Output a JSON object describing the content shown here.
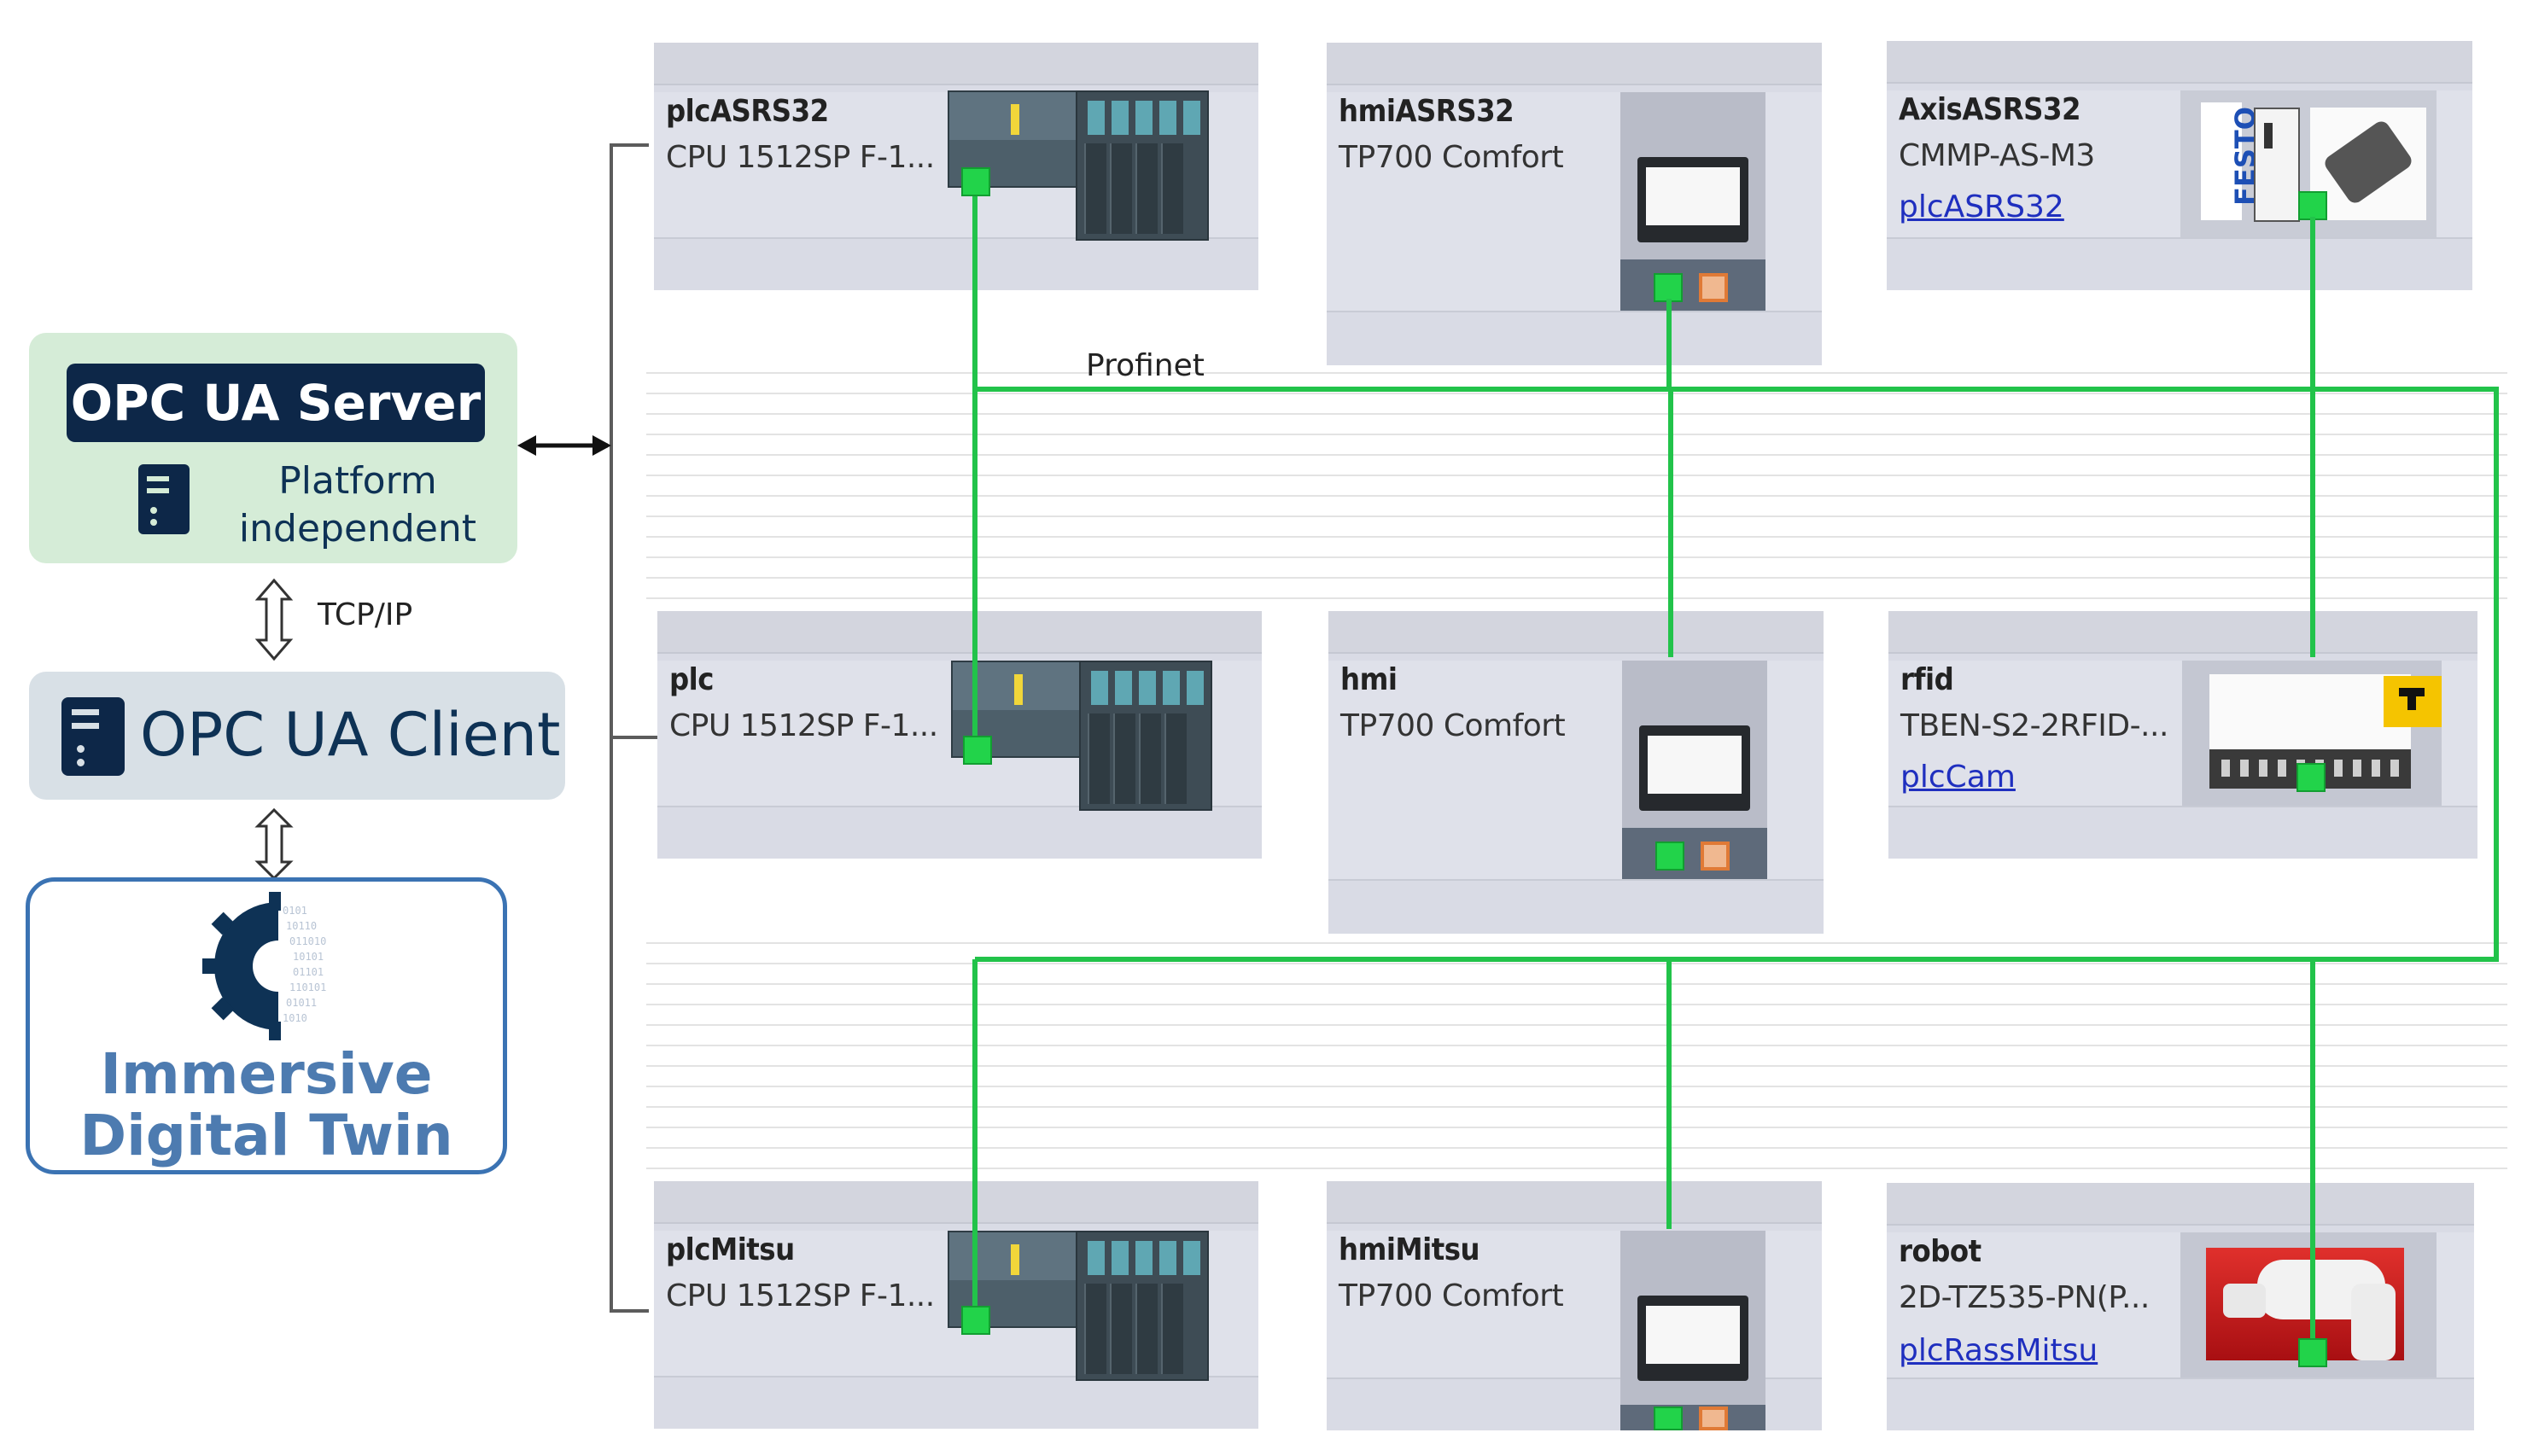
{
  "left_panel": {
    "server": {
      "title": "OPC UA Server",
      "subtitle_line1": "Platform",
      "subtitle_line2": "independent",
      "icon": "server-icon"
    },
    "link_label": "TCP/IP",
    "client": {
      "title": "OPC UA Client",
      "icon": "server-icon"
    },
    "twin": {
      "line1": "Immersive",
      "line2": "Digital Twin",
      "icon": "gear-binary-logo"
    }
  },
  "network": {
    "label": "Profinet",
    "color": "#22c34a"
  },
  "devices": {
    "plcASRS32": {
      "name": "plcASRS32",
      "type": "CPU 1512SP F-1..."
    },
    "hmiASRS32": {
      "name": "hmiASRS32",
      "type": "TP700 Comfort"
    },
    "AxisASRS32": {
      "name": "AxisASRS32",
      "type": "CMMP-AS-M3",
      "link": "plcASRS32",
      "brand": "FESTO"
    },
    "plc": {
      "name": "plc",
      "type": "CPU 1512SP F-1..."
    },
    "hmi": {
      "name": "hmi",
      "type": "TP700 Comfort"
    },
    "rfid": {
      "name": "rfid",
      "type": "TBEN-S2-2RFID-...",
      "link": "plcCam"
    },
    "plcMitsu": {
      "name": "plcMitsu",
      "type": "CPU 1512SP F-1..."
    },
    "hmiMitsu": {
      "name": "hmiMitsu",
      "type": "TP700 Comfort"
    },
    "robot": {
      "name": "robot",
      "type": "2D-TZ535-PN(P...",
      "link": "plcRassMitsu"
    }
  }
}
